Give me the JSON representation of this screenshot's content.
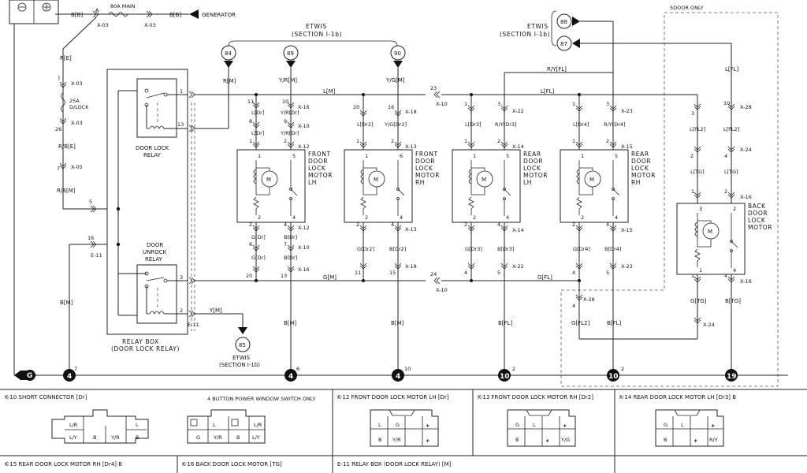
{
  "top": {
    "wire_main_in": "B[B]",
    "wire_main_out": "B[B]",
    "fuse_main": "80A MAIN",
    "conn_a": "A",
    "conn_x03_a": "X-03",
    "conn_x03_b": "X-03",
    "generator": "GENERATOR",
    "etwis_left_1": "ETWIS",
    "etwis_left_2": "(SECTION I-1b)",
    "etwis_right_1": "ETWIS",
    "etwis_right_2": "(SECTION I-1b)",
    "five_door_only": "5DOOR ONLY"
  },
  "left": {
    "wire_re": "R[E]",
    "fuse_pin_top": "J",
    "fuse_conn_top": "X-03",
    "fuse_label_1": "25A",
    "fuse_label_2": "D/LOCK",
    "fuse_pin_bottom": "26",
    "fuse_conn_bottom": "X-03",
    "wire_rbe": "R/B[E]",
    "pin_7": "7",
    "conn_x05": "X-05",
    "wire_rbm": "R/B[M]",
    "pin_5": "5",
    "pin_16": "16",
    "conn_e11": "E-11",
    "wire_bm": "B[M]",
    "gnd_pin": "7"
  },
  "relay": {
    "door_lock_1": "DOOR LOCK",
    "door_lock_2": "RELAY",
    "door_unlock_1": "DOOR",
    "door_unlock_2": "UNROCK",
    "door_unlock_3": "RELAY",
    "box_1": "RELAY BOX",
    "box_2": "(DOOR LOCK RELAY)",
    "pin_1": "1",
    "pin_13": "13",
    "pin_3": "3",
    "pin_2": "2",
    "conn_e11": "E-11",
    "wire_rm": "R[M]",
    "wire_ym": "Y[M]"
  },
  "circles": {
    "c84": "84",
    "c89": "89",
    "c90": "90",
    "c85": "85",
    "c88": "88",
    "c87": "87",
    "etwis_85_1": "ETWIS",
    "etwis_85_2": "(SECTION I-1b)"
  },
  "buses": {
    "lm": "L[M]",
    "lfl": "L[FL]",
    "ryfl": "R/Y[FL]",
    "gm": "G[M]",
    "gfl": "G[FL]",
    "yrm": "Y/R[M]",
    "ygm": "Y/G[M]",
    "x10_a": "X-10",
    "x10_b": "X-10",
    "pin_23": "23",
    "pin_24": "24"
  },
  "motors": {
    "flh_1": "FRONT",
    "flh_2": "DOOR",
    "flh_3": "LOCK",
    "flh_4": "MOTOR",
    "flh_5": "LH",
    "frh_1": "FRONT",
    "frh_2": "DOOR",
    "frh_3": "LOCK",
    "frh_4": "MOTOR",
    "frh_5": "RH",
    "rlh_1": "REAR",
    "rlh_2": "DOOR",
    "rlh_3": "LOCK",
    "rlh_4": "MOTOR",
    "rlh_5": "LH",
    "rrh_1": "REAR",
    "rrh_2": "DOOR",
    "rrh_3": "LOCK",
    "rrh_4": "MOTOR",
    "rrh_5": "RH",
    "back_1": "BACK",
    "back_2": "DOOR",
    "back_3": "LOCK",
    "back_4": "MOTOR",
    "m": "M"
  },
  "col1": {
    "p11": "11",
    "p10": "10",
    "x16": "X-16",
    "ldr": "L[Dr]",
    "yrdr": "Y/R[Dr]",
    "p8": "8",
    "p9": "9",
    "x10": "X-10",
    "ldr2": "L[Dr]",
    "yrdr2": "Y/R[Dr]",
    "p1": "1",
    "p2": "2",
    "x12": "X-12",
    "mp1": "1",
    "mp5": "5",
    "mp2": "2",
    "mp4": "4",
    "bp2": "2",
    "bp4": "4",
    "bx12": "X-12",
    "gdr": "G[Dr]",
    "bdr": "B[Dr]",
    "bp6": "6",
    "bp7": "7",
    "bx10": "X-10",
    "gdr2": "G[Dr]",
    "bdr2": "B[Dr]",
    "bp20": "20",
    "bp13": "13",
    "bx16": "X-16",
    "bm": "B[M]",
    "gnd": "4",
    "gnd_pin": "6"
  },
  "col2": {
    "p20": "20",
    "p16": "16",
    "x18": "X-18",
    "ldr2": "L[Dr2]",
    "ygdr2": "Y/G[Dr2]",
    "p1": "1",
    "p2": "2",
    "x13": "X-13",
    "mp1": "1",
    "mp6": "6",
    "mp2": "2",
    "mp4": "4",
    "bp2": "2",
    "bp4": "4",
    "bx13": "X-13",
    "gdr2": "G[Dr2]",
    "bdr2": "B[Dr2]",
    "bp11": "11",
    "bp15": "15",
    "bx18": "X-18",
    "bm": "B[M]",
    "gnd": "4",
    "gnd_pin": "10"
  },
  "col3": {
    "p1": "1",
    "p3": "3",
    "x22": "X-22",
    "ldr3": "L[Dr3]",
    "rydr3": "R/Y[Dr3]",
    "q1": "1",
    "q2": "2",
    "x14": "X-14",
    "mp1": "1",
    "mp5": "5",
    "mp2": "2",
    "mp4": "4",
    "bp2": "2",
    "bp4": "4",
    "bx14": "X-14",
    "gdr3": "G[Dr3]",
    "bdr3": "B[Dr3]",
    "bp4b": "4",
    "bp5": "5",
    "bx22": "X-22",
    "bfl": "B[FL]",
    "gnd": "10",
    "gnd_pin": "2"
  },
  "col4": {
    "p1": "1",
    "p3": "3",
    "x23": "X-23",
    "ldr4": "L[Dr4]",
    "rydr4": "R/Y[Dr4]",
    "q1": "1",
    "q2": "2",
    "x15": "X-15",
    "mp1": "1",
    "mp5": "5",
    "mp2": "2",
    "mp4": "4",
    "bp2": "2",
    "bp4": "4",
    "bx15": "X-15",
    "gdr4": "G[Dr4]",
    "bdr4": "B[Dr4]",
    "bp4b": "4",
    "bp5": "5",
    "bx23": "X-23",
    "x28": "X-28",
    "p4": "4",
    "gfl2": "G[FL2]",
    "bfl": "B[FL]",
    "gnd": "10",
    "gnd_pin": "2"
  },
  "col5": {
    "lfl": "L[FL]",
    "p3": "3",
    "p10": "10",
    "x28": "X-28",
    "lfl2a": "L[FL2]",
    "lfl2b": "L[FL2]",
    "p2": "2",
    "p4": "4",
    "x24": "X-24",
    "ltga": "L[TG]",
    "ltgb": "L[TG]",
    "p1": "1",
    "p2b": "2",
    "x16": "X-16",
    "mp3": "3",
    "mp2": "2",
    "mp1": "1",
    "mp4": "4",
    "bp1": "1",
    "bp4": "4",
    "bx16": "X-16",
    "gtg": "G[TG]",
    "btg": "B[TG]",
    "x24b": "X-24",
    "gnd": "19"
  },
  "ground_left": "G",
  "bottom": {
    "k10": "K-10 SHORT CONNECTOR [Dr]",
    "four_button": "4 BUTTON POWER WINDOW SWITCH ONLY",
    "k12": "K-12 FRONT DOOR LOCK MOTOR LH [Dr]",
    "k13": "K-13 FRONT DOOR LOCK MOTOR RH [Dr2]",
    "k14": "K-14 REAR DOOR LOCK MOTOR LH [Dr3] B",
    "k15": "K-15 REAR DOOR LOCK MOTOR RH [Dr4] B",
    "k16": "K-16 BACK DOOR LOCK MOTOR [TG]",
    "e11": "E-11 RELAY BOX (DOOR LOCK RELAY) [M]",
    "k10_a_top": "L/R",
    "k10_a_bot": "L/Y",
    "k10_b": "B",
    "k10_c": "Y/R",
    "k10_d_top": "L",
    "k10_d_bot": "B",
    "k10_2_1": "L",
    "k10_2_2": "G",
    "k10_2_3": "Y/R",
    "k10_2_4": "B",
    "k10_2_5": "L/R",
    "k10_2_6": "L/Y",
    "k12_l": "L",
    "k12_g": "G",
    "k12_b": "B",
    "k12_yr": "Y/R",
    "k13_g": "G",
    "k13_l": "L",
    "k13_b": "B",
    "k13_yg": "Y/G",
    "k14_g": "G",
    "k14_l": "L",
    "k14_b": "B",
    "k14_ry": "R/Y",
    "star": "∗"
  }
}
